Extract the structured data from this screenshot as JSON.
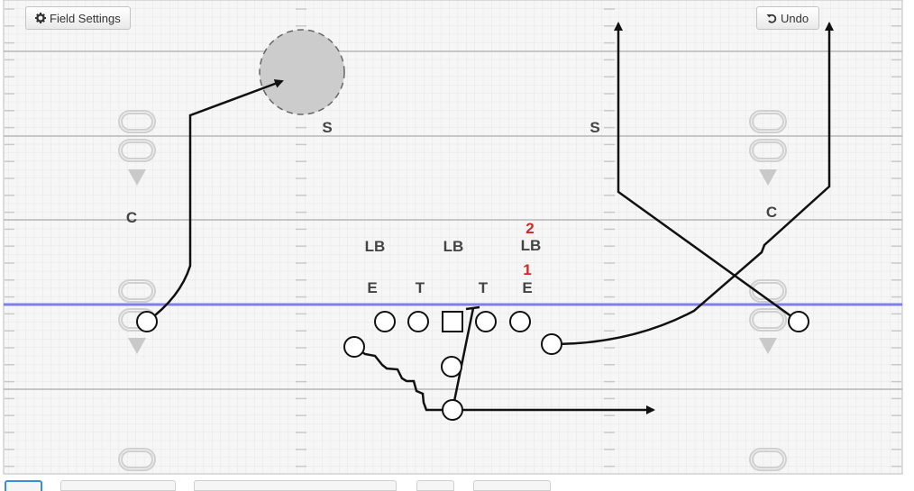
{
  "toolbar": {
    "settings_label": "Field Settings",
    "undo_label": "Undo"
  },
  "colors": {
    "field_bg": "#f6f6f6",
    "yard_line": "#b8b8b8",
    "scrimmage_line": "#7f7fe6",
    "zone": "#cccccc",
    "number_label": "#cc2a2a"
  },
  "icons": {
    "settings": "gear-icon",
    "undo": "undo-icon"
  },
  "defense": {
    "safety_left": "S",
    "safety_right": "S",
    "corner_left": "C",
    "corner_right": "C",
    "lb_left": "LB",
    "lb_mid": "LB",
    "lb_right": "LB",
    "end_left": "E",
    "tackle_left": "T",
    "tackle_right": "T",
    "end_right": "E"
  },
  "read_numbers": {
    "first": "1",
    "second": "2"
  }
}
